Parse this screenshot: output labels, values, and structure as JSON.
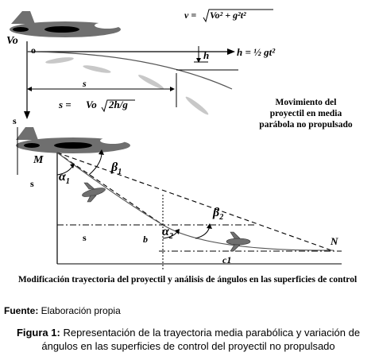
{
  "diagram": {
    "top": {
      "vo": "Vo",
      "origin": "o",
      "v_formula": "v = √Vo² + g²t²",
      "v_left": "v =",
      "v_radicand": "Vo² + g²t²",
      "h_label": "h",
      "h_formula": "h = ½ gt²",
      "s_label": "s",
      "s_formula_left": "s =",
      "s_formula_vo": "Vo",
      "s_formula_radicand": "2h/g",
      "caption_lines": [
        "Movimiento del",
        "proyectil en media",
        "parábola no propulsado"
      ]
    },
    "bottom": {
      "s_axis": "s",
      "M": "M",
      "alpha1": "α",
      "alpha1_sub": "1",
      "beta1": "β",
      "beta1_sub": "1",
      "s_left": "s",
      "s_mid": "s",
      "b": "b",
      "alpha2": "α",
      "alpha2_sub": "2",
      "beta2": "β",
      "beta2_sub": "2",
      "N": "N",
      "c1": "c1",
      "caption": "Modificación trayectoria del proyectil y análisis de ángulos en las superficies de control"
    }
  },
  "source": {
    "label": "Fuente:",
    "text": " Elaboración propia"
  },
  "figure_caption": {
    "label": "Figura 1:",
    "text": " Representación de la trayectoria media parabólica y variación de ángulos en las superficies de control del proyectil no propulsado"
  },
  "colors": {
    "aircraft": "#6f6f6f",
    "ghost": "#c8c8c8",
    "line": "#000000",
    "curve": "#555555"
  }
}
